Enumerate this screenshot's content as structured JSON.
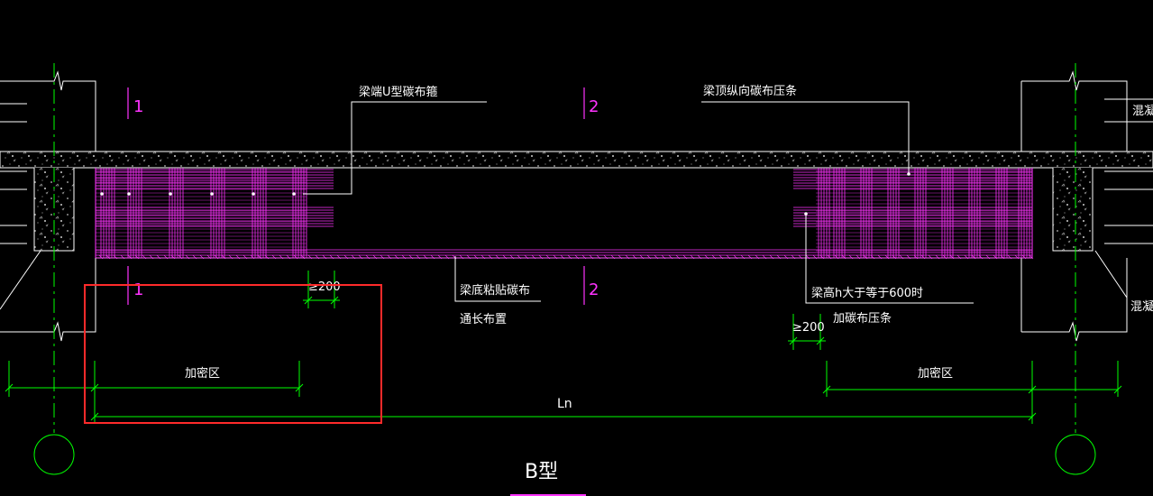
{
  "drawing": {
    "section_markers": {
      "left_top": "1",
      "left_bottom": "1",
      "mid_top": "2",
      "mid_bottom": "2"
    },
    "callouts": {
      "u_hoop": "梁端U型碳布箍",
      "top_strip": "梁顶纵向碳布压条",
      "bottom_fabric_line1": "梁底粘贴碳布",
      "bottom_fabric_line2": "通长布置",
      "height_note_line1": "梁高h大于等于600时",
      "height_note_line2": "加碳布压条"
    },
    "dimensions": {
      "min_spacing_left": "≥200",
      "min_spacing_right": "≥200",
      "dense_zone_left": "加密区",
      "dense_zone_right": "加密区",
      "span": "Ln"
    },
    "edge_labels": {
      "right_top": "混凝",
      "right_bottom": "混凝"
    },
    "title": "B型",
    "colors": {
      "background": "#000000",
      "line_white": "#ffffff",
      "carbon_fabric": "#ff33ff",
      "dimension": "#00ff00",
      "highlight_box": "#ff2a2a"
    }
  }
}
